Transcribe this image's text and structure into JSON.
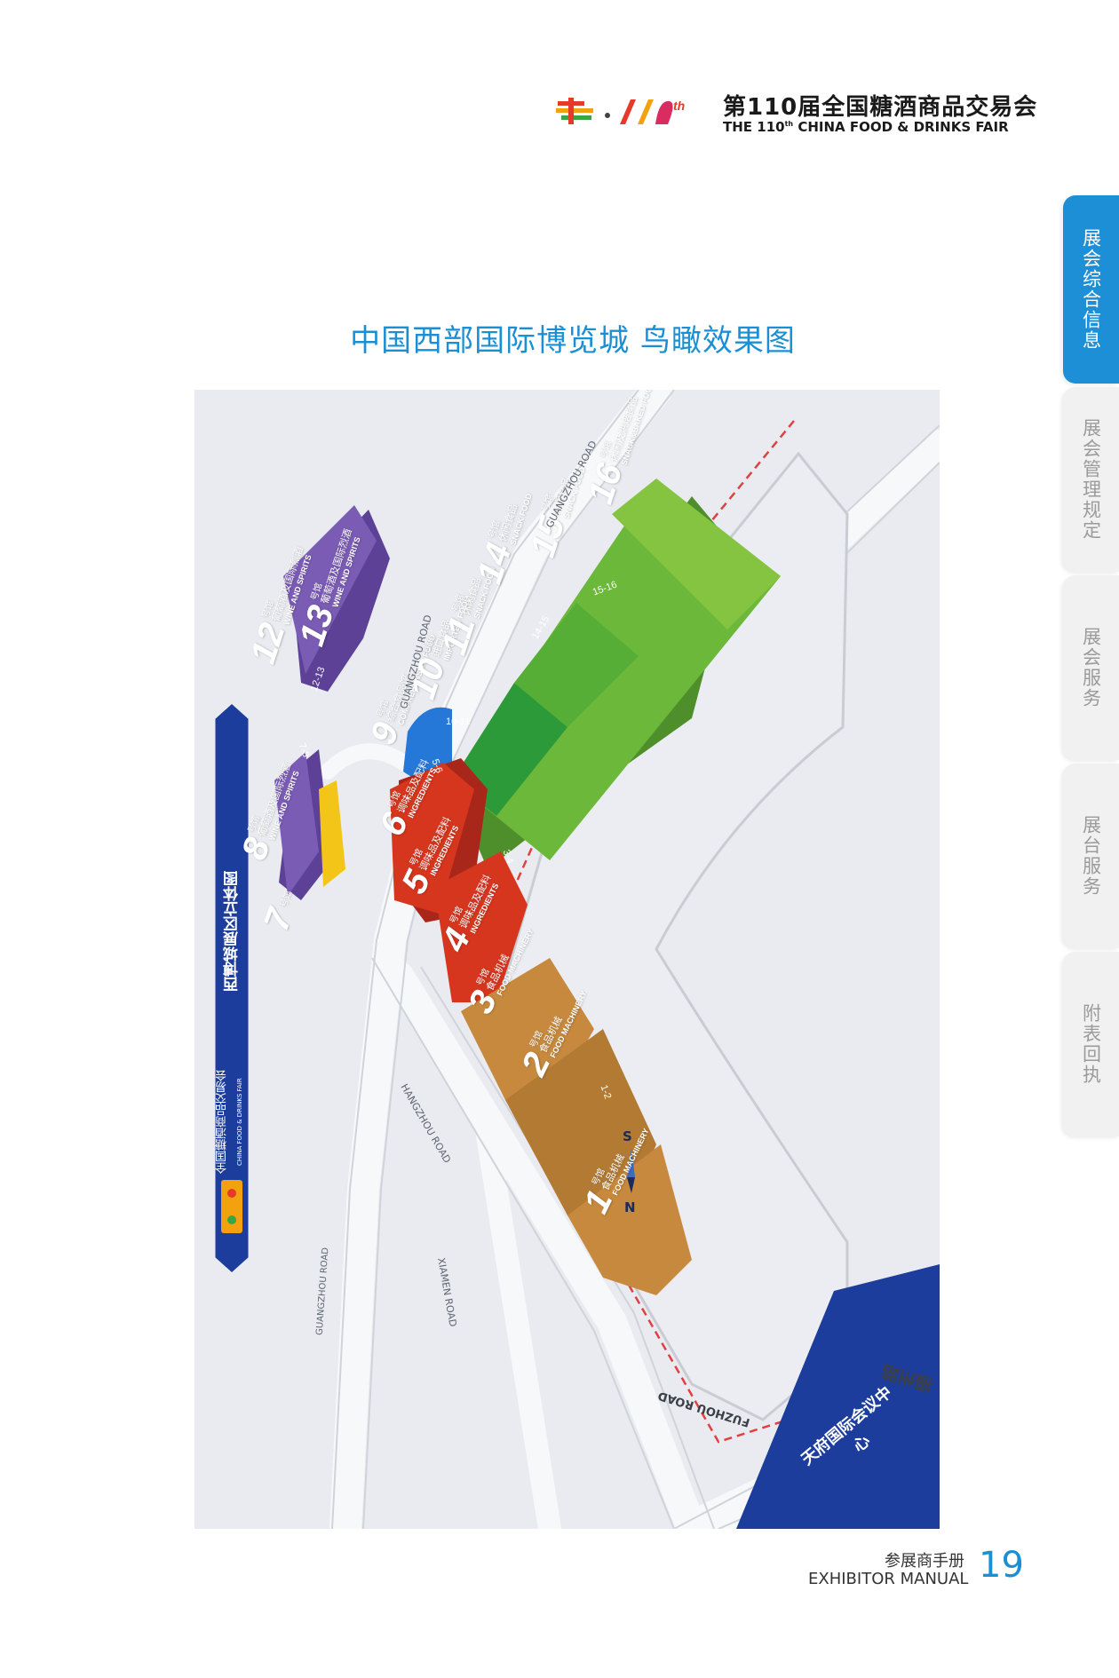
{
  "header": {
    "fair_title_cn": "第110届全国糖酒商品交易会",
    "fair_title_en_pre": "THE 110",
    "fair_title_en_sup": "th",
    "fair_title_en_post": " CHINA FOOD & DRINKS FAIR"
  },
  "tabs": [
    {
      "label": "展会综合信息",
      "active": true
    },
    {
      "label": "展会管理规定",
      "active": false
    },
    {
      "label": "展会服务",
      "active": false
    },
    {
      "label": "展台服务",
      "active": false
    },
    {
      "label": "附表回执",
      "active": false
    }
  ],
  "page_title": "中国西部国际博览城 鸟瞰效果图",
  "map": {
    "banner": {
      "title": "西博城展区立体图",
      "subtitle_cn": "全国糖酒商品交易会",
      "subtitle_en": "CHINA FOOD & DRINKS FAIR"
    },
    "roads": {
      "guangzhou": "GUANGZHOU ROAD",
      "hangzhou": "HANGZHOU ROAD",
      "xiamen": "XIAMEN ROAD",
      "fuzhou": "FUZHOU ROAD",
      "fuzhou_cn": "福州路"
    },
    "compass": {
      "s": "S",
      "n": "N"
    },
    "halls": [
      {
        "num": "1",
        "label": "号馆",
        "cn": "食品机械",
        "en": "FOOD MACHINERY",
        "color": "#c7893d"
      },
      {
        "num": "2",
        "label": "号馆",
        "cn": "食品机械",
        "en": "FOOD MACHINERY",
        "color": "#c7893d"
      },
      {
        "num": "3",
        "label": "号馆",
        "cn": "食品机械",
        "en": "FOOD MACHINERY",
        "color": "#c7893d"
      },
      {
        "num": "4",
        "label": "号馆",
        "cn": "调味品及配料",
        "en": "INGREDIENTS",
        "color": "#d7361e"
      },
      {
        "num": "5",
        "label": "号馆",
        "cn": "调味品及配料",
        "en": "INGREDIENTS",
        "color": "#d7361e"
      },
      {
        "num": "6",
        "label": "号馆",
        "cn": "调味品及配料",
        "en": "INGREDIENTS",
        "color": "#d7361e"
      },
      {
        "num": "7",
        "label": "号馆",
        "cn": "",
        "en": "",
        "color": "#f2c518"
      },
      {
        "num": "8",
        "label": "号馆",
        "cn": "葡萄酒及国际烈酒",
        "en": "WINE AND SPIRITS",
        "color": "#7b5cb5"
      },
      {
        "num": "9",
        "label": "号馆",
        "cn": "综合食品馆",
        "en": "COMPREHENSIVE FOOD",
        "color": "#2678d8"
      },
      {
        "num": "10",
        "label": "号馆",
        "cn": "进口食品",
        "en": "IMPORTED FOOD",
        "color": "#2d9a3a"
      },
      {
        "num": "11",
        "label": "号馆",
        "cn": "休闲食品",
        "en": "SNACK FOOD",
        "color": "#57ae36"
      },
      {
        "num": "12",
        "label": "号馆",
        "cn": "葡萄酒及国际烈酒",
        "en": "WINE AND SPIRITS",
        "color": "#7b5cb5"
      },
      {
        "num": "13",
        "label": "号馆",
        "cn": "葡萄酒及国际烈酒",
        "en": "WINE AND SPIRITS",
        "color": "#7b5cb5"
      },
      {
        "num": "14",
        "label": "号馆",
        "cn": "休闲食品",
        "en": "SNACK FOOD",
        "color": "#6cb83a"
      },
      {
        "num": "15",
        "label": "号馆",
        "cn": "休闲食品",
        "en": "SNACK FOOD",
        "color": "#79be3e"
      },
      {
        "num": "16",
        "label": "号馆",
        "cn": "休闲及烘焙食品",
        "en": "SNACK&BAKED FOOD",
        "color": "#85c441"
      }
    ],
    "corridors": [
      "1-2",
      "3-4",
      "5-6",
      "7-8",
      "10-11",
      "12-13",
      "14-15",
      "15-16"
    ],
    "conference": "天府国际会议中心"
  },
  "footer": {
    "manual_cn": "参展商手册",
    "manual_en": "EXHIBITOR MANUAL",
    "page": "19"
  }
}
